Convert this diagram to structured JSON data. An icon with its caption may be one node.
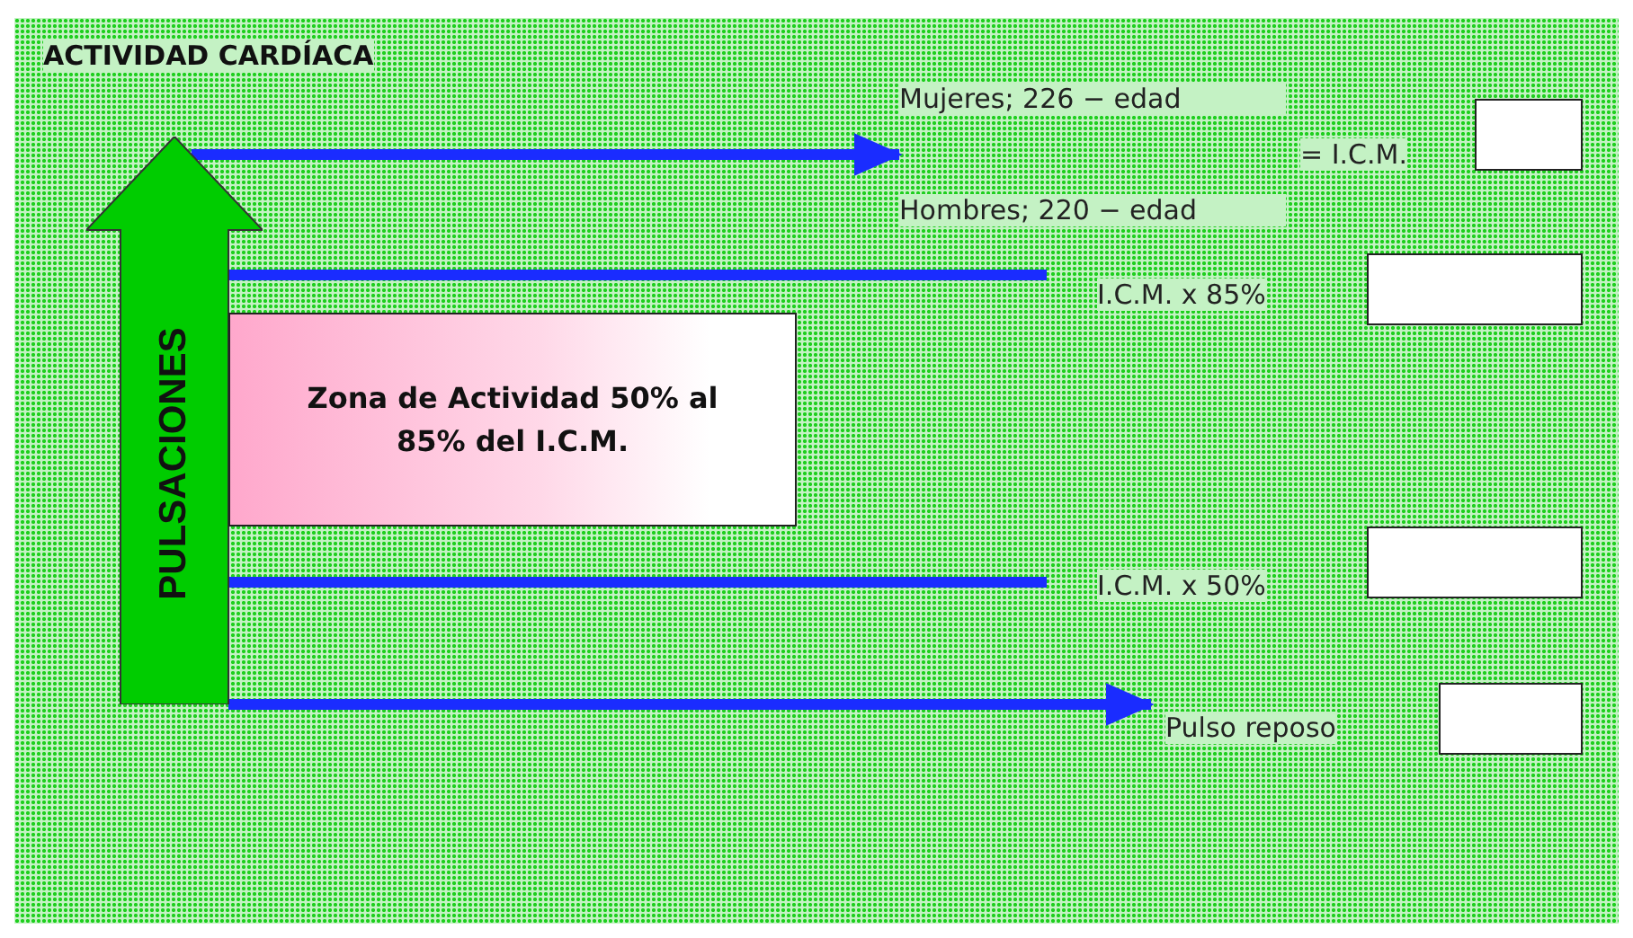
{
  "diagram": {
    "title": "ACTIVIDAD CARDÍACA",
    "nodes": [
      {
        "text": [
          "PULSACIONES"
        ]
      },
      {
        "text": [
          "Zona de Actividad 50% al 85% del I.C.M."
        ]
      },
      {
        "text": [
          "Mujeres; 226 − edad",
          "Hombres; 220 − edad"
        ]
      },
      {
        "text": [],
        "shape": "box"
      },
      {
        "text": [
          "I.C.M. x 85%"
        ]
      },
      {
        "text": [],
        "shape": "box"
      },
      {
        "text": [
          "I.C.M. x 50%"
        ]
      },
      {
        "text": [],
        "shape": "box"
      },
      {
        "text": [
          "Pulso reposo"
        ]
      },
      {
        "text": [],
        "shape": "box"
      }
    ],
    "edges": [
      {
        "from": 0,
        "to": 2,
        "arrow": "to"
      },
      {
        "from": 0,
        "to": 4,
        "arrow": "none"
      },
      {
        "from": 0,
        "to": 6,
        "arrow": "none"
      },
      {
        "from": 0,
        "to": 8,
        "arrow": "to"
      }
    ],
    "labels": [
      "= I.C.M."
    ]
  }
}
